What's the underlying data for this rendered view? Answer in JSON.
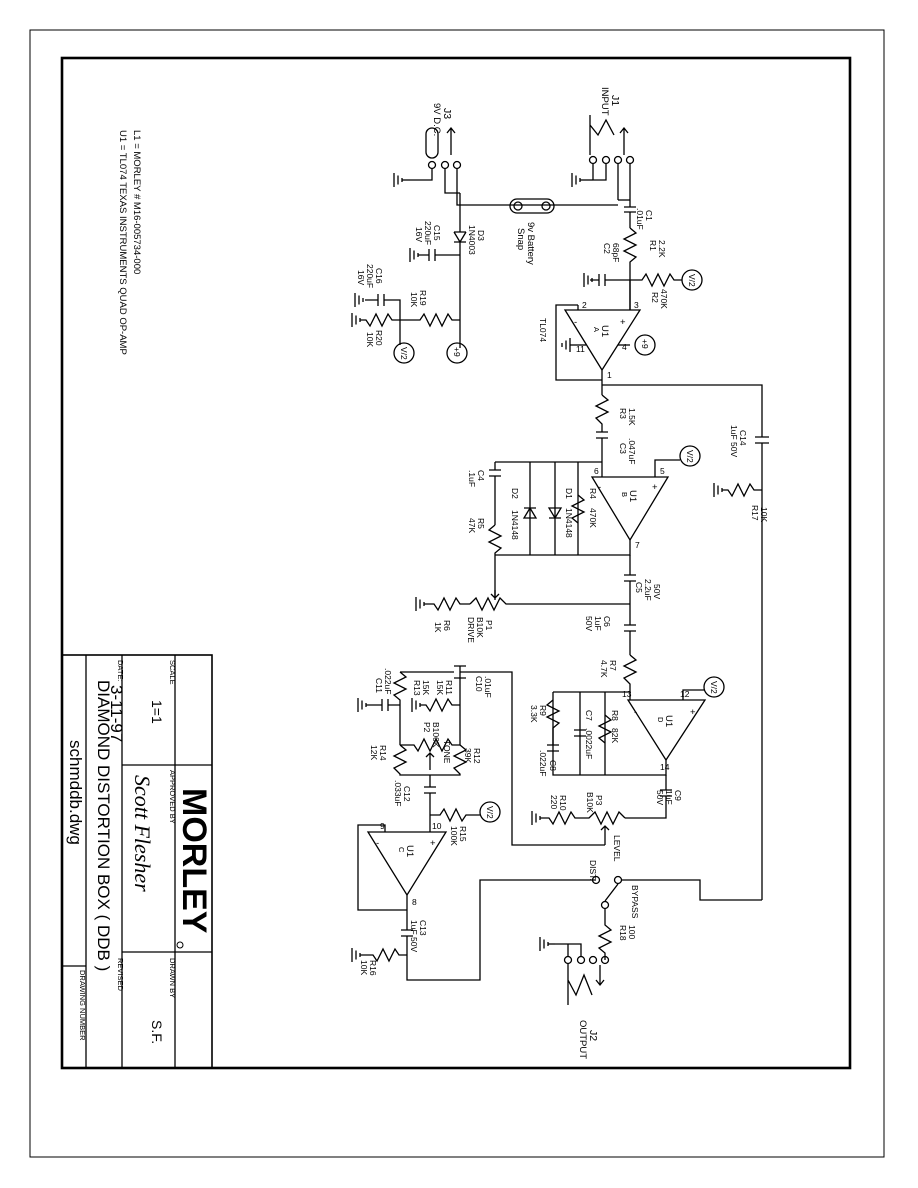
{
  "notes": {
    "u1": "U1 = TL074 TEXAS INSTRUMENTS QUAD OP-AMP",
    "l1": "L1 = MORLEY # M16-005734-000"
  },
  "title_block": {
    "logo": "MORLEY",
    "scale_label": "SCALE",
    "scale": "1=1",
    "approved_label": "APPROVED BY",
    "approved": "Scott Flesher",
    "date_label": "DATE:",
    "date": "3-11-97",
    "drawn_label": "DRAWN BY",
    "drawn": "S.F.",
    "revised_label": "REVISED",
    "title": "DIAMOND DISTORTION BOX  ( DDB )",
    "file": "schmddb.dwg",
    "drawing_number_label": "DRAWING NUMBER"
  },
  "labels": {
    "j1": "J1",
    "j1_sub": "INPUT",
    "j3": "J3",
    "j3_sub": "9V D.C.",
    "j2": "J2",
    "j2_sub": "OUTPUT",
    "battery_1": "9v Battery",
    "battery_2": "Snap",
    "c1": "C1",
    "c1v": ".01uF",
    "r1": "R1",
    "r1v": "2.2K",
    "c2": "C2",
    "c2v": "68pF",
    "r2": "R2",
    "r2v": "470K",
    "d3": "D3",
    "d3v": "1N4003",
    "c15": "C15",
    "c15v": "220uF",
    "c15r": "16V",
    "c16": "C16",
    "c16v": "220uF",
    "c16r": "16V",
    "r19": "R19",
    "r19v": "10K",
    "r20": "R20",
    "r20v": "10K",
    "u1a": "U1",
    "u1a_s": "A",
    "tl074": "TL074",
    "r3": "R3",
    "r3v": "1.5K",
    "c3": "C3",
    "c3v": ".047uF",
    "c14": "C14",
    "c14v": "1uF 50V",
    "r17": "R17",
    "r17v": "10K",
    "u1b": "U1",
    "u1b_s": "B",
    "c4": "C4",
    "c4v": ".1uF",
    "d2": "D2",
    "d2v": "1N4148",
    "d1": "D1",
    "d1v": "1N4148",
    "r4": "R4",
    "r4v": "470K",
    "r5": "R5",
    "r5v": "47K",
    "c5": "C5",
    "c5v": "2.2uF",
    "c5r": "50V",
    "r6": "R6",
    "r6v": "1K",
    "p1": "P1",
    "p1v": "B10K",
    "drive": "DRIVE",
    "c6": "C6",
    "c6v": "1uF",
    "c6r": "50V",
    "r7": "R7",
    "r7v": "4.7K",
    "u1d": "U1",
    "u1d_s": "D",
    "r9": "R9",
    "r9v": "3.3K",
    "c7": "C7",
    "c7v": ".0022uF",
    "r8": "R8",
    "r8v": "82K",
    "c8": "C8",
    "c8v": ".022uF",
    "c9": "C9",
    "c9v": "1uF",
    "c9r": "50V",
    "r10": "R10",
    "r10v": "220",
    "p3": "P3",
    "p3v": "B10K",
    "level": "LEVEL",
    "c10": "C10",
    "c10v": ".01uF",
    "r11": "R11",
    "r11v": "15K",
    "r13": "R13",
    "r13v": "15K",
    "c11": "C11",
    "c11v": ".022uF",
    "r12": "R12",
    "r12v": "39K",
    "p2": "P2",
    "p2v": "B100K",
    "tone": "TONE",
    "r14": "R14",
    "r14v": "12K",
    "c12": "C12",
    "c12v": ".033uF",
    "r15": "R15",
    "r15v": "100K",
    "u1c": "U1",
    "u1c_s": "C",
    "c13": "C13",
    "c13v": "1uF 50V",
    "r16": "R16",
    "r16v": "10K",
    "r18": "R18",
    "r18v": "100",
    "bypass": "BYPASS",
    "dist": "DIST.",
    "vhalf": "V/2",
    "plus9": "+9",
    "pin_1": "1",
    "pin_2": "2",
    "pin_3": "3",
    "pin_4": "4",
    "pin_5": "5",
    "pin_6": "6",
    "pin_7": "7",
    "pin_8": "8",
    "pin_9": "9",
    "pin_10": "10",
    "pin_11": "11",
    "pin_12": "12",
    "pin_13": "13",
    "pin_14": "14",
    "plus": "+",
    "minus": "-"
  }
}
